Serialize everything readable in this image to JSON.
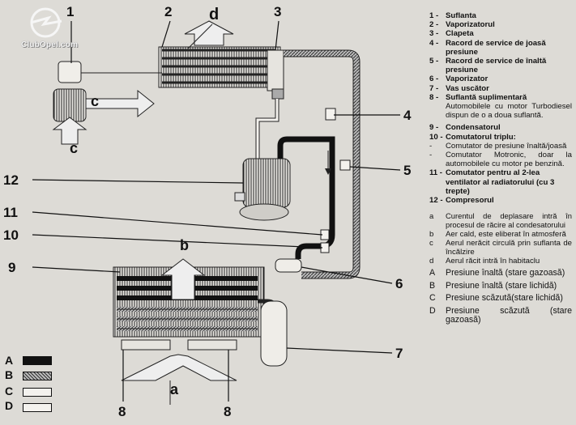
{
  "watermark": {
    "logo_text": "ClubOpel.com"
  },
  "diagram": {
    "callouts": [
      "1",
      "2",
      "3",
      "4",
      "5",
      "12",
      "11",
      "10",
      "9",
      "6",
      "7",
      "8",
      "8"
    ],
    "flow_letters": {
      "d": "d",
      "c1": "c",
      "c2": "c",
      "b": "b",
      "a": "a"
    },
    "pressure_labels": [
      "A",
      "B",
      "C",
      "D"
    ]
  },
  "legend": {
    "components": [
      {
        "num": "1 -",
        "text": "Suflanta"
      },
      {
        "num": "2 -",
        "text": "Vaporizatorul"
      },
      {
        "num": "3 -",
        "text": "Clapeta"
      },
      {
        "num": "4 -",
        "text": "Racord de service de joasă presiune"
      },
      {
        "num": "5 -",
        "text": "Racord de service de înaltă presiune"
      },
      {
        "num": "6 -",
        "text": "Vaporizator"
      },
      {
        "num": "7 -",
        "text": "Vas uscător"
      },
      {
        "num": "8 -",
        "text": "Suflantă suplimentară"
      },
      {
        "num": "",
        "text": "Automobilele cu motor Turbodiesel dispun de o a doua suflantă."
      },
      {
        "num": "9 -",
        "text": "Condensatorul"
      },
      {
        "num": "10 -",
        "text": "Comutatorul triplu:"
      },
      {
        "num": "-",
        "text": "Comutator de presiune înaltă/joasă"
      },
      {
        "num": "-",
        "text": "Comutator Motronic, doar la automobilele cu motor pe benzină."
      },
      {
        "num": "11 -",
        "text": "Comutator pentru al 2-lea ventilator al radiatorului (cu 3 trepte)"
      },
      {
        "num": "12 -",
        "text": "Compresorul"
      }
    ],
    "flows": [
      {
        "key": "a",
        "text": "Curentul de deplasare intră în procesul de răcire al condesatorului"
      },
      {
        "key": "b",
        "text": "Aer cald, este eliberat în atmosferă"
      },
      {
        "key": "c",
        "text": "Aerul nerăcit circulă prin suflanta de încălzire"
      },
      {
        "key": "d",
        "text": "Aerul răcit intră în habitaclu"
      }
    ],
    "pressures": [
      {
        "key": "A",
        "text": "Presiune înaltă (stare gazoasă)"
      },
      {
        "key": "B",
        "text": "Presiune înaltă (stare lichidă)"
      },
      {
        "key": "C",
        "text": "Presiune scăzută(stare lichidă)"
      },
      {
        "key": "D",
        "text": "Presiune scăzută (stare gazoasă)"
      }
    ]
  }
}
